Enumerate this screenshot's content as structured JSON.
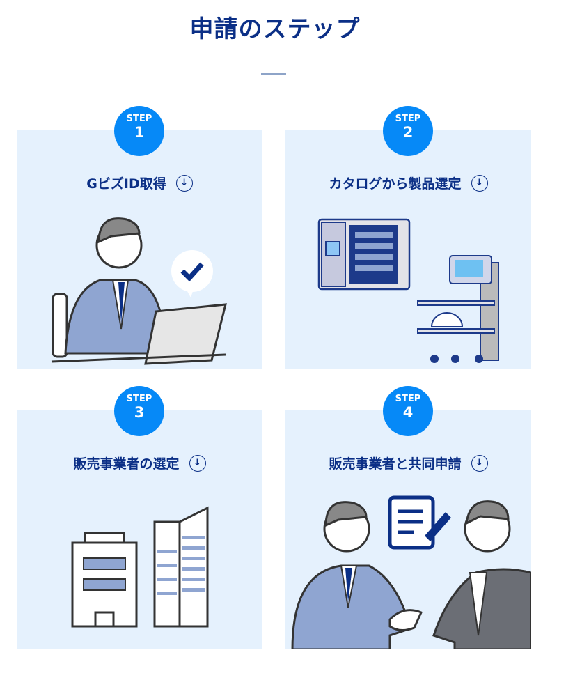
{
  "title": "申請のステップ",
  "steps": [
    {
      "step_label": "STEP",
      "number": "1",
      "title": "GビズID取得"
    },
    {
      "step_label": "STEP",
      "number": "2",
      "title": "カタログから製品選定"
    },
    {
      "step_label": "STEP",
      "number": "3",
      "title": "販売事業者の選定"
    },
    {
      "step_label": "STEP",
      "number": "4",
      "title": "販売事業者と共同申請"
    }
  ],
  "colors": {
    "navy": "#0b2f86",
    "badge": "#0689f7",
    "card": "#e5f1fd"
  }
}
